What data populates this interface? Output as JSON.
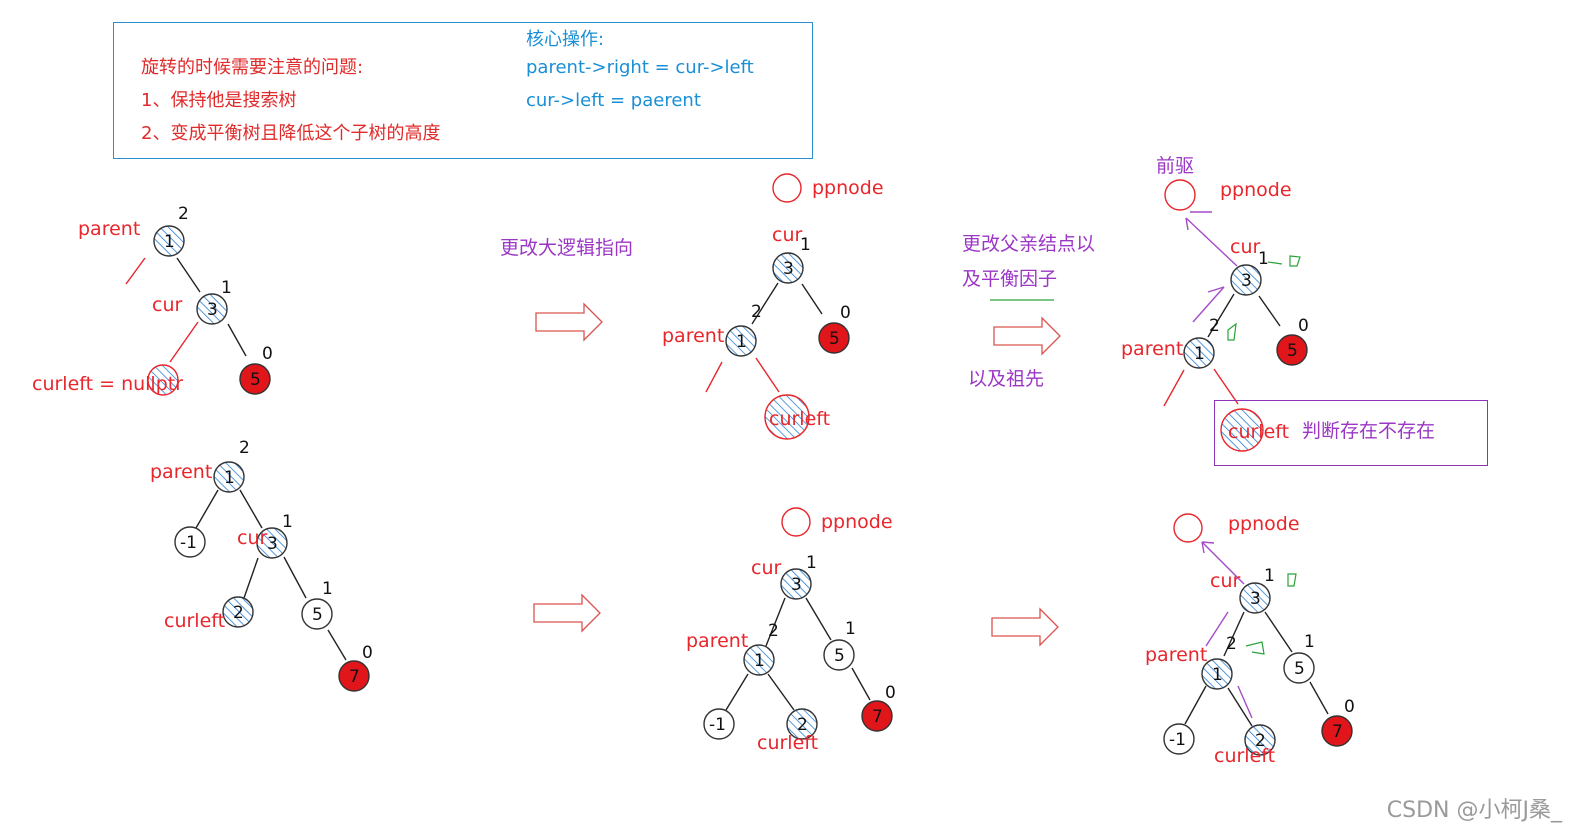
{
  "notes": {
    "title": "旋转的时候需要注意的问题:",
    "item1": "1、保持他是搜索树",
    "item2": "2、变成平衡树且降低这个子树的高度",
    "core_title": "核心操作:",
    "core_op1": "parent->right = cur->left",
    "core_op2": "cur->left = paerent"
  },
  "steps": {
    "step1": "更改大逻辑指向",
    "step2_line1": "更改父亲结点以",
    "step2_line2": "及平衡因子",
    "step2_extra": "以及祖先",
    "predecessor": "前驱",
    "judge": "判断存在不存在"
  },
  "labels": {
    "parent": "parent",
    "cur": "cur",
    "curleft": "curleft",
    "curleft_null": "curleft = nullptr",
    "ppnode": "ppnode"
  },
  "top_row": {
    "tree1": {
      "nodes": [
        {
          "key": "1",
          "bf": "2"
        },
        {
          "key": "3",
          "bf": "1"
        },
        {
          "key": "5",
          "bf": "0"
        }
      ]
    },
    "tree2": {
      "nodes": [
        {
          "key": "3",
          "bf": "1"
        },
        {
          "key": "1",
          "bf": "2"
        },
        {
          "key": "5",
          "bf": "0"
        }
      ]
    },
    "tree3": {
      "nodes": [
        {
          "key": "3",
          "bf": "1"
        },
        {
          "key": "1",
          "bf": "2"
        },
        {
          "key": "5",
          "bf": "0"
        }
      ]
    }
  },
  "bottom_row": {
    "tree1": {
      "nodes": [
        {
          "key": "1",
          "bf": "2"
        },
        {
          "key": "-1",
          "bf": ""
        },
        {
          "key": "3",
          "bf": "1"
        },
        {
          "key": "2",
          "bf": ""
        },
        {
          "key": "5",
          "bf": "1"
        },
        {
          "key": "7",
          "bf": "0"
        }
      ]
    },
    "tree2": {
      "nodes": [
        {
          "key": "3",
          "bf": "1"
        },
        {
          "key": "1",
          "bf": "2"
        },
        {
          "key": "5",
          "bf": "1"
        },
        {
          "key": "-1",
          "bf": ""
        },
        {
          "key": "2",
          "bf": ""
        },
        {
          "key": "7",
          "bf": "0"
        }
      ]
    },
    "tree3": {
      "nodes": [
        {
          "key": "3",
          "bf": "1"
        },
        {
          "key": "1",
          "bf": "2"
        },
        {
          "key": "5",
          "bf": "1"
        },
        {
          "key": "-1",
          "bf": ""
        },
        {
          "key": "2",
          "bf": ""
        },
        {
          "key": "7",
          "bf": "0"
        }
      ]
    }
  },
  "colors": {
    "red_label": "#e8262c",
    "purple_label": "#9b37c4",
    "blue_text": "#1a8fd6",
    "node_fill_red": "#e0161b",
    "hatch_blue": "#2b7fd6"
  },
  "watermark": "CSDN @小柯J桑_"
}
